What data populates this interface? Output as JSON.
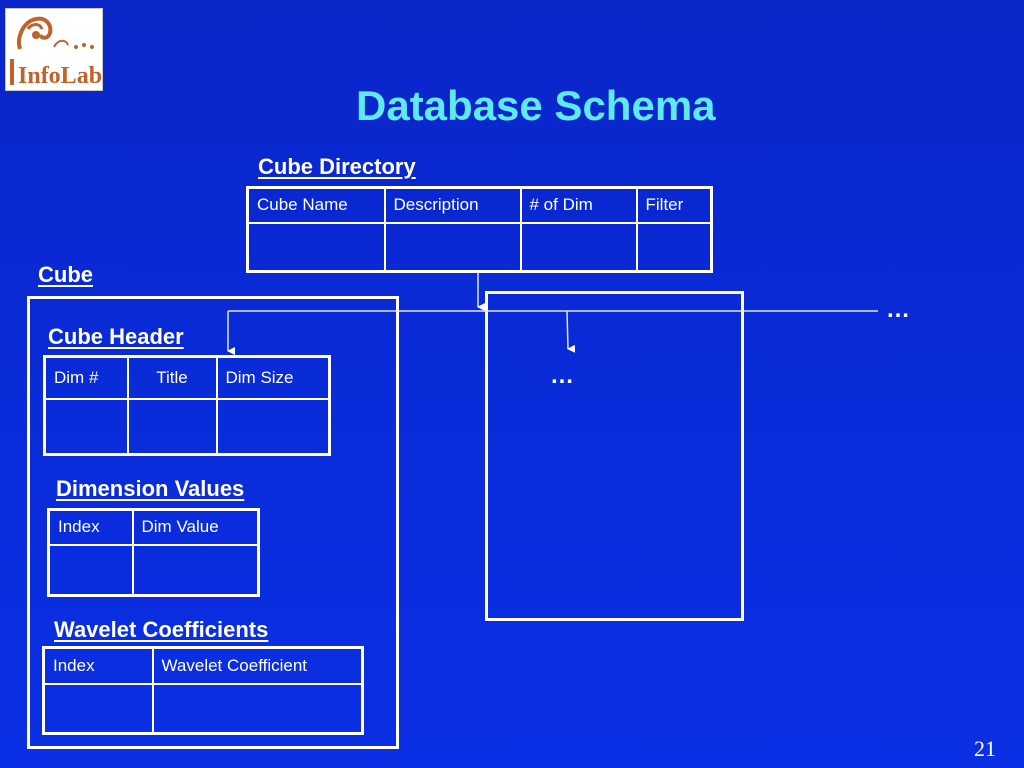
{
  "slide": {
    "title": "Database Schema",
    "page_number": "21",
    "logo_text": "InfoLab"
  },
  "cube_directory": {
    "heading": "Cube Directory",
    "columns": [
      "Cube Name",
      "Description",
      "# of Dim",
      "Filter"
    ]
  },
  "cube": {
    "heading": "Cube"
  },
  "cube_header": {
    "heading": "Cube Header",
    "columns": [
      "Dim #",
      "Title",
      "Dim Size"
    ]
  },
  "dimension_values": {
    "heading": "Dimension Values",
    "columns": [
      "Index",
      "Dim Value"
    ]
  },
  "wavelet_coefficients": {
    "heading": "Wavelet Coefficients",
    "columns": [
      "Index",
      "Wavelet Coefficient"
    ]
  },
  "ellipsis": {
    "right": "…",
    "inner": "…"
  },
  "colors": {
    "background": "#0a2ad6",
    "title": "#5fe9f3",
    "lines": "#ffffff"
  }
}
